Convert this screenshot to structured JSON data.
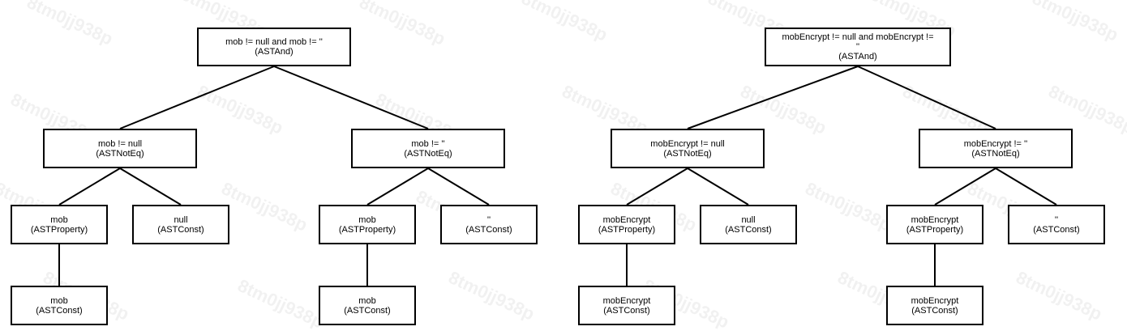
{
  "watermark": "8tm0jj938p",
  "trees": [
    {
      "nodes": {
        "root": {
          "lines": [
            "mob != null and mob != ''",
            "(ASTAnd)"
          ]
        },
        "left": {
          "lines": [
            "mob != null",
            "(ASTNotEq)"
          ]
        },
        "right": {
          "lines": [
            "mob != ''",
            "(ASTNotEq)"
          ]
        },
        "l_prop": {
          "lines": [
            "mob",
            "(ASTProperty)"
          ]
        },
        "l_null": {
          "lines": [
            "null",
            "(ASTConst)"
          ]
        },
        "l_mob": {
          "lines": [
            "mob",
            "(ASTConst)"
          ]
        },
        "r_prop": {
          "lines": [
            "mob",
            "(ASTProperty)"
          ]
        },
        "r_empty": {
          "lines": [
            "''",
            "(ASTConst)"
          ]
        },
        "r_mob": {
          "lines": [
            "mob",
            "(ASTConst)"
          ]
        }
      }
    },
    {
      "nodes": {
        "root": {
          "lines": [
            "mobEncrypt != null and mobEncrypt !=",
            "''",
            "(ASTAnd)"
          ]
        },
        "left": {
          "lines": [
            "mobEncrypt != null",
            "(ASTNotEq)"
          ]
        },
        "right": {
          "lines": [
            "mobEncrypt != ''",
            "(ASTNotEq)"
          ]
        },
        "l_prop": {
          "lines": [
            "mobEncrypt",
            "(ASTProperty)"
          ]
        },
        "l_null": {
          "lines": [
            "null",
            "(ASTConst)"
          ]
        },
        "l_mob": {
          "lines": [
            "mobEncrypt",
            "(ASTConst)"
          ]
        },
        "r_prop": {
          "lines": [
            "mobEncrypt",
            "(ASTProperty)"
          ]
        },
        "r_empty": {
          "lines": [
            "''",
            "(ASTConst)"
          ]
        },
        "r_mob": {
          "lines": [
            "mobEncrypt",
            "(ASTConst)"
          ]
        }
      }
    }
  ]
}
